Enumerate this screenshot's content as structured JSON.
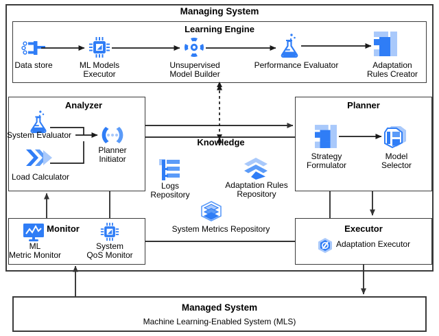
{
  "diagram": {
    "title": "Managing System",
    "managed": {
      "title": "Managed System",
      "subtitle": "Machine Learning-Enabled System (MLS)"
    },
    "knowledge": {
      "title": "Knowledge"
    }
  },
  "learning_engine": {
    "title": "Learning Engine",
    "nodes": [
      {
        "label": "Data store",
        "icon": "data-store-icon"
      },
      {
        "label": "ML Models\nExecutor",
        "icon": "cpu-chip-icon"
      },
      {
        "label": "Unsupervised\nModel Builder",
        "icon": "cluster-nodes-icon"
      },
      {
        "label": "Performance Evaluator",
        "icon": "flask-icon"
      },
      {
        "label": "Adaptation\nRules Creator",
        "icon": "building-blocks-icon"
      }
    ]
  },
  "analyzer": {
    "title": "Analyzer",
    "nodes": [
      {
        "label": "System Evaluator",
        "icon": "flask-icon"
      },
      {
        "label": "Load Calculator",
        "icon": "chevrons-right-icon"
      },
      {
        "label": "Planner\nInitiator",
        "icon": "brackets-dots-icon"
      }
    ]
  },
  "planner": {
    "title": "Planner",
    "nodes": [
      {
        "label": "Strategy\nFormulator",
        "icon": "building-blocks-icon"
      },
      {
        "label": "Model\nSelector",
        "icon": "cube-stack-icon"
      }
    ]
  },
  "monitor": {
    "title": "Monitor",
    "nodes": [
      {
        "label": "ML\nMetric Monitor",
        "icon": "monitor-chart-icon"
      },
      {
        "label": "System\nQoS Monitor",
        "icon": "cpu-chip-icon"
      }
    ]
  },
  "executor": {
    "title": "Executor",
    "nodes": [
      {
        "label": "Adaptation Executor",
        "icon": "cube-slash-icon"
      }
    ]
  },
  "knowledge_repositories": [
    {
      "label": "Logs\nRepository",
      "icon": "logs-repository-icon"
    },
    {
      "label": "Adaptation Rules\nRepository",
      "icon": "layers-chevron-icon"
    },
    {
      "label": "System Metrics Repository",
      "icon": "metrics-cube-icon"
    }
  ],
  "colors": {
    "accent": "#2f7df6",
    "accent_light": "#a9c9fb",
    "accent_mid": "#5b9bf8",
    "stroke": "#3a3a3a",
    "wire": "#1a1a1a",
    "background": "#ffffff"
  }
}
